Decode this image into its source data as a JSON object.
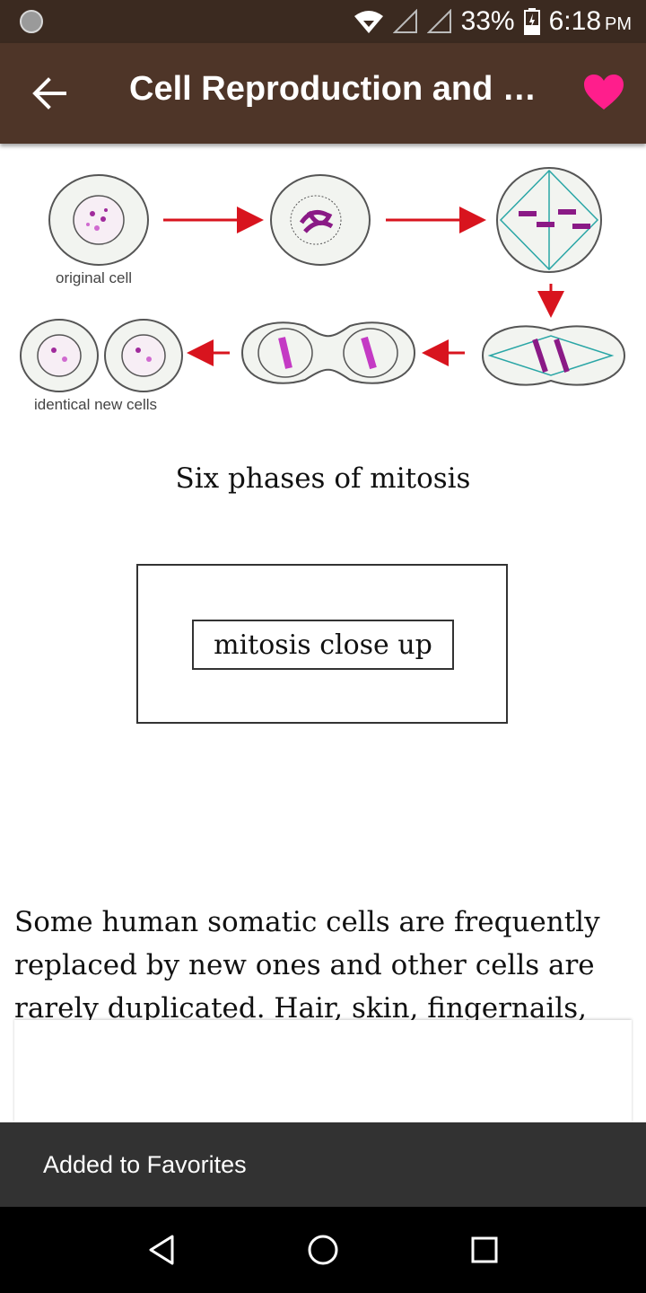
{
  "status_bar": {
    "battery": "33%",
    "time": "6:18",
    "ampm": "PM",
    "icons": [
      "app-notification-icon",
      "wifi-icon",
      "signal-icon",
      "signal-icon",
      "battery-icon"
    ]
  },
  "app_bar": {
    "title": "Cell Reproduction and C...",
    "back_icon": "arrow-left-icon",
    "favorite_icon": "heart-icon",
    "favorite_color": "#ff1e8c"
  },
  "diagram": {
    "label_original": "original cell",
    "label_new": "identical new cells"
  },
  "content": {
    "caption": "Six phases of mitosis",
    "link_button": "mitosis close up",
    "paragraph": "Some human somatic cells are frequently replaced by new ones and other cells are rarely duplicated.  Hair, skin, fingernails,"
  },
  "snackbar": {
    "message": "Added to Favorites"
  },
  "nav_bar": {
    "icons": [
      "back-triangle-icon",
      "home-circle-icon",
      "recents-square-icon"
    ]
  }
}
